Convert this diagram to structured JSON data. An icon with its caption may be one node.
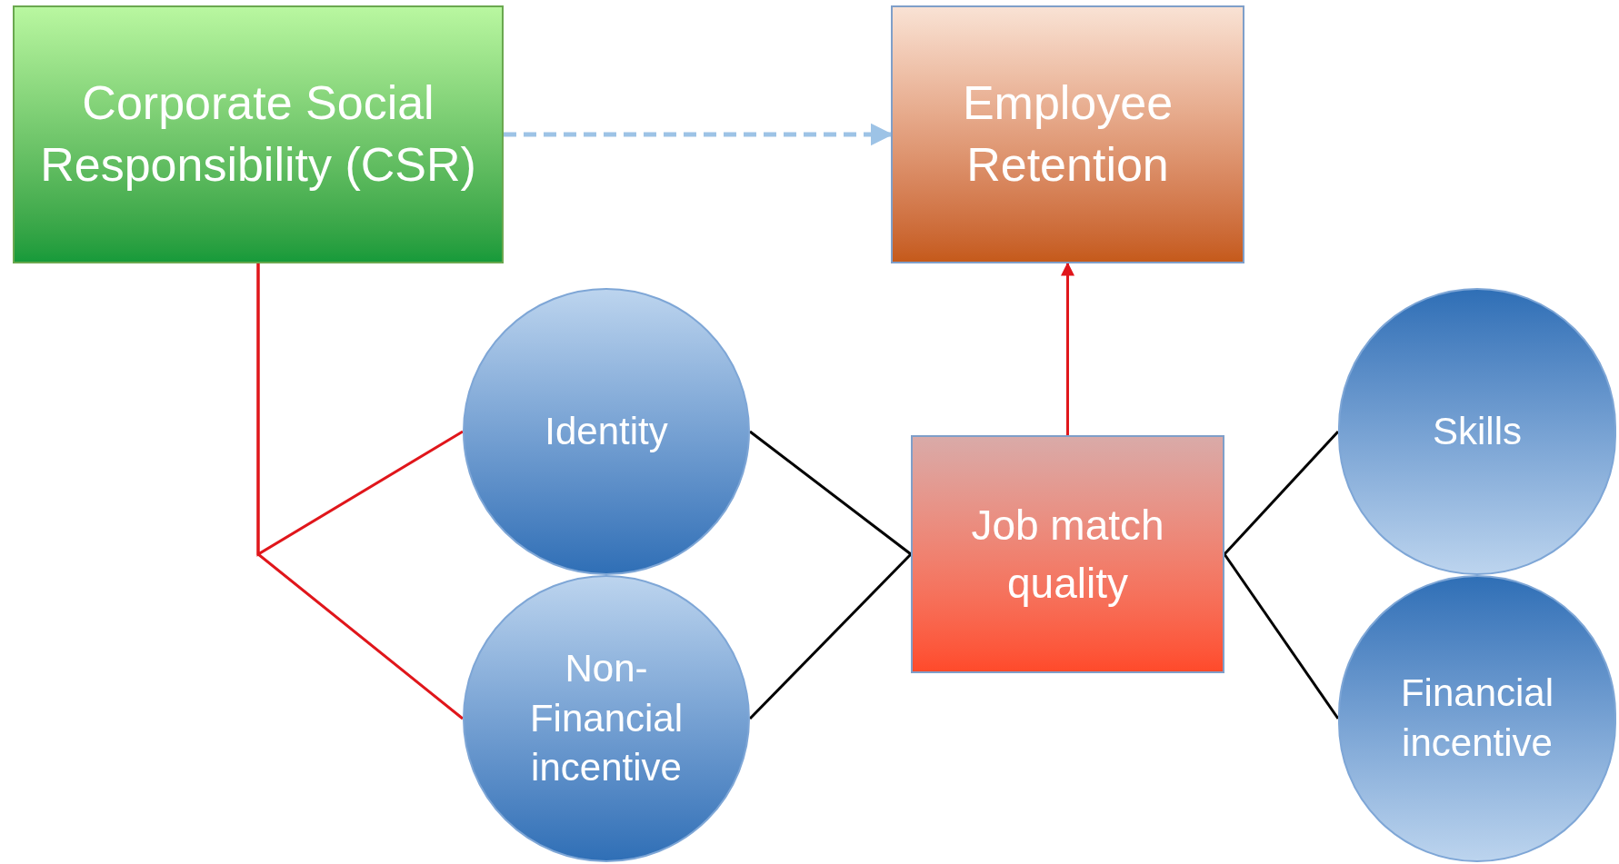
{
  "diagram": {
    "nodes": [
      {
        "text": [
          "Corporate Social Responsibility (CSR)"
        ]
      },
      {
        "text": [
          "Employee Retention"
        ]
      },
      {
        "text": [
          "Identity"
        ]
      },
      {
        "text": [
          "Non-Financial incentive"
        ]
      },
      {
        "text": [
          "Job match quality"
        ]
      },
      {
        "text": [
          "Skills"
        ]
      },
      {
        "text": [
          "Financial incentive"
        ]
      }
    ],
    "edges": [
      {
        "from": 0,
        "to": 1,
        "arrow": "to",
        "style": "dashed",
        "color": "#9dc3e6"
      },
      {
        "from": 0,
        "to": 2,
        "arrow": "none",
        "color": "#e0161b"
      },
      {
        "from": 0,
        "to": 3,
        "arrow": "none",
        "color": "#e0161b"
      },
      {
        "from": 2,
        "to": 4,
        "arrow": "none"
      },
      {
        "from": 3,
        "to": 4,
        "arrow": "none"
      },
      {
        "from": 4,
        "to": 1,
        "arrow": "to",
        "color": "#e0161b"
      },
      {
        "from": 4,
        "to": 5,
        "arrow": "none"
      },
      {
        "from": 4,
        "to": 6,
        "arrow": "none"
      }
    ]
  }
}
